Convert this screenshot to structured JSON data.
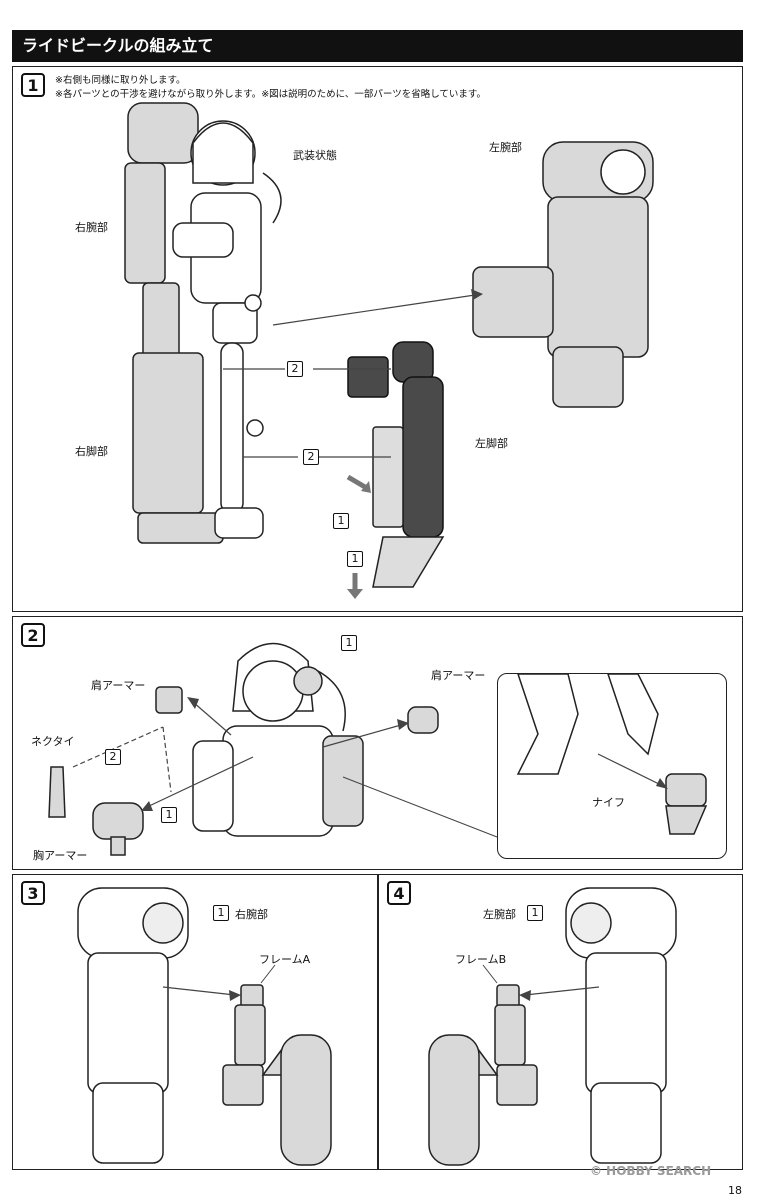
{
  "header": {
    "title": "ライドビークルの組み立て"
  },
  "step1": {
    "number": "1",
    "note1": "※右側も同様に取り外します。",
    "note2": "※各パーツとの干渉を避けながら取り外します。※図は説明のために、一部パーツを省略しています。",
    "label_armed": "武装状態",
    "label_right_arm": "右腕部",
    "label_left_arm": "左腕部",
    "label_right_leg": "右脚部",
    "label_left_leg": "左脚部",
    "sub_2a": "2",
    "sub_2b": "2",
    "sub_1a": "1",
    "sub_1b": "1"
  },
  "step2": {
    "number": "2",
    "sub_1_top": "1",
    "label_shoulder_left": "肩アーマー",
    "label_shoulder_right": "肩アーマー",
    "label_necktie": "ネクタイ",
    "sub_2": "2",
    "sub_1": "1",
    "label_chest": "胸アーマー",
    "label_knife": "ナイフ"
  },
  "step3": {
    "number": "3",
    "sub_1": "1",
    "label_right_arm": "右腕部",
    "label_frame": "フレームA"
  },
  "step4": {
    "number": "4",
    "sub_1": "1",
    "label_left_arm": "左腕部",
    "label_frame": "フレームB"
  },
  "footer": {
    "watermark": "© HOBBY SEARCH",
    "page_number": "18"
  }
}
